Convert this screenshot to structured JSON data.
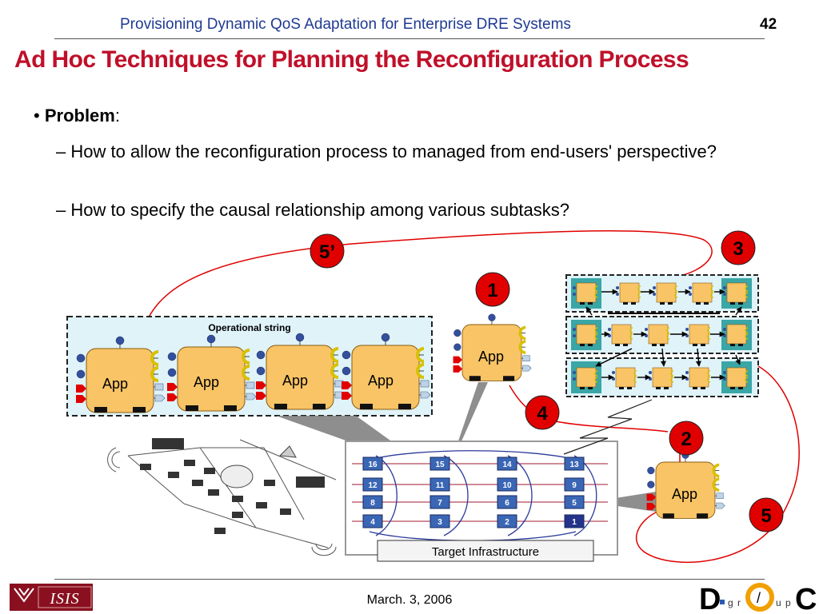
{
  "header": {
    "title": "Provisioning Dynamic QoS Adaptation for Enterprise DRE Systems",
    "slide_number": "42"
  },
  "title": "Ad Hoc Techniques for Planning the Reconfiguration Process",
  "bullets": {
    "problem_label": "Problem",
    "problem_colon": ":",
    "sub1": "How to allow the reconfiguration process to managed from end-users' perspective?",
    "sub2": "How to specify the causal relationship among various subtasks?"
  },
  "diagram": {
    "op_string_label": "Operational string",
    "app_label": "App",
    "steps": {
      "s1": "1",
      "s2": "2",
      "s3": "3",
      "s4": "4",
      "s5": "5",
      "s5p": "5’"
    },
    "nodes": [
      "16",
      "15",
      "14",
      "13",
      "12",
      "11",
      "10",
      "9",
      "8",
      "7",
      "6",
      "5",
      "4",
      "3",
      "2",
      "1"
    ],
    "target_infra_label": "Target Infrastructure",
    "colors": {
      "accent_red": "#e00000",
      "app_fill": "#f9c466",
      "op_box_fill": "#dff3f8",
      "node_blue": "#3a66b5"
    }
  },
  "footer": {
    "date": "March. 3, 2006",
    "logo_left": "ISIS",
    "logo_right_letters": [
      "D",
      "g",
      "r",
      "/",
      "u",
      "p",
      "C"
    ]
  }
}
